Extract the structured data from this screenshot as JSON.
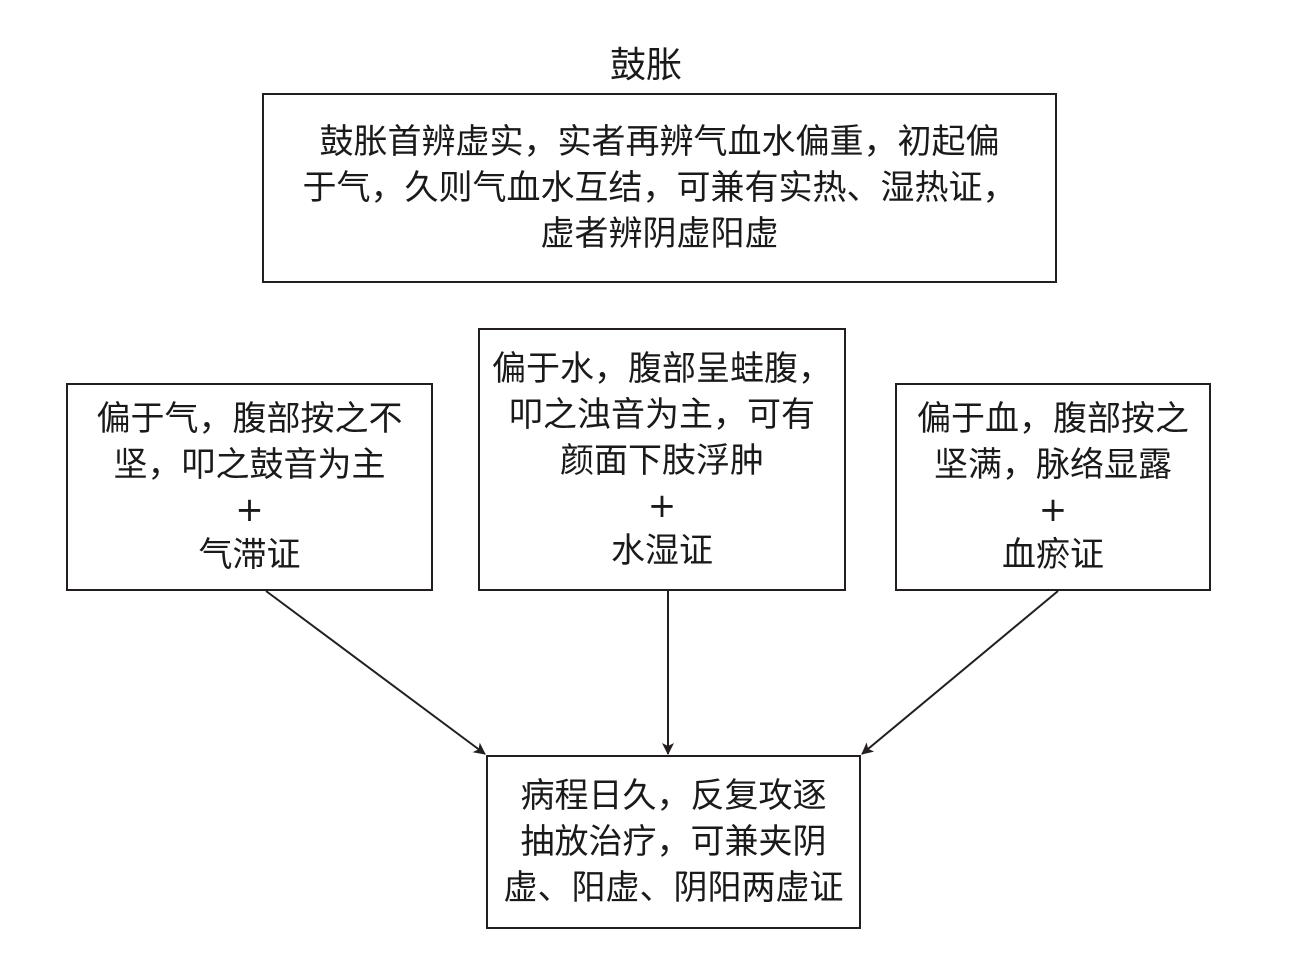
{
  "diagram": {
    "title": "鼓胀",
    "top_box": {
      "lines": [
        "鼓胀首辨虚实，实者再辨气血水偏重，初起偏",
        "于气，久则气血水互结，可兼有实热、湿热证，",
        "虚者辨阴虚阳虚"
      ]
    },
    "left_box": {
      "lines": [
        "偏于气，腹部按之不",
        "坚，叩之鼓音为主"
      ],
      "plus": "+",
      "syndrome": "气滞证"
    },
    "middle_box": {
      "lines": [
        "偏于水，腹部呈蛙腹，",
        "叩之浊音为主，可有",
        "颜面下肢浮肿"
      ],
      "plus": "+",
      "syndrome": "水湿证"
    },
    "right_box": {
      "lines": [
        "偏于血，腹部按之",
        "坚满，脉络显露"
      ],
      "plus": "+",
      "syndrome": "血瘀证"
    },
    "bottom_box": {
      "lines": [
        "病程日久，反复攻逐",
        "抽放治疗，可兼夹阴",
        "虚、阳虚、阴阳两虚证"
      ]
    },
    "colors": {
      "stroke": "#231f20",
      "text": "#1a1a1a",
      "background": "#ffffff"
    }
  }
}
